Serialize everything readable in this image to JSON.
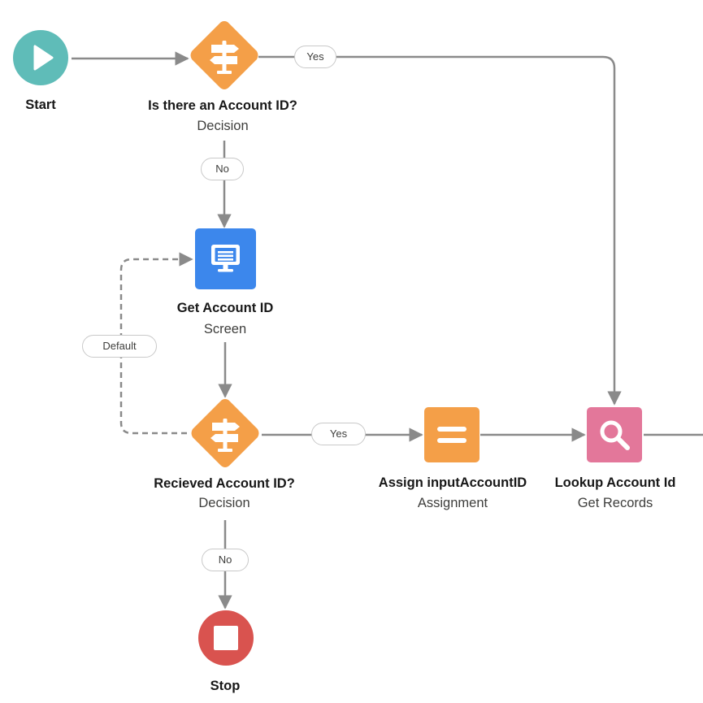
{
  "flow": {
    "start": {
      "label": "Start"
    },
    "decision1": {
      "label": "Is there an Account ID?",
      "type": "Decision"
    },
    "screen": {
      "label": "Get Account ID",
      "type": "Screen"
    },
    "decision2": {
      "label": "Recieved Account ID?",
      "type": "Decision"
    },
    "assignment": {
      "label": "Assign inputAccountID",
      "type": "Assignment"
    },
    "lookup": {
      "label": "Lookup Account Id",
      "type": "Get Records"
    },
    "stop": {
      "label": "Stop"
    }
  },
  "connectors": {
    "decision1_yes": "Yes",
    "decision1_no": "No",
    "decision2_default": "Default",
    "decision2_yes": "Yes",
    "decision2_no": "No"
  },
  "colors": {
    "start": "#5fbcb8",
    "decision": "#f49f48",
    "screen": "#3c87ec",
    "assignment": "#f49f48",
    "lookup": "#e3779a",
    "stop": "#d9534f",
    "connector": "#8a8a8a"
  }
}
